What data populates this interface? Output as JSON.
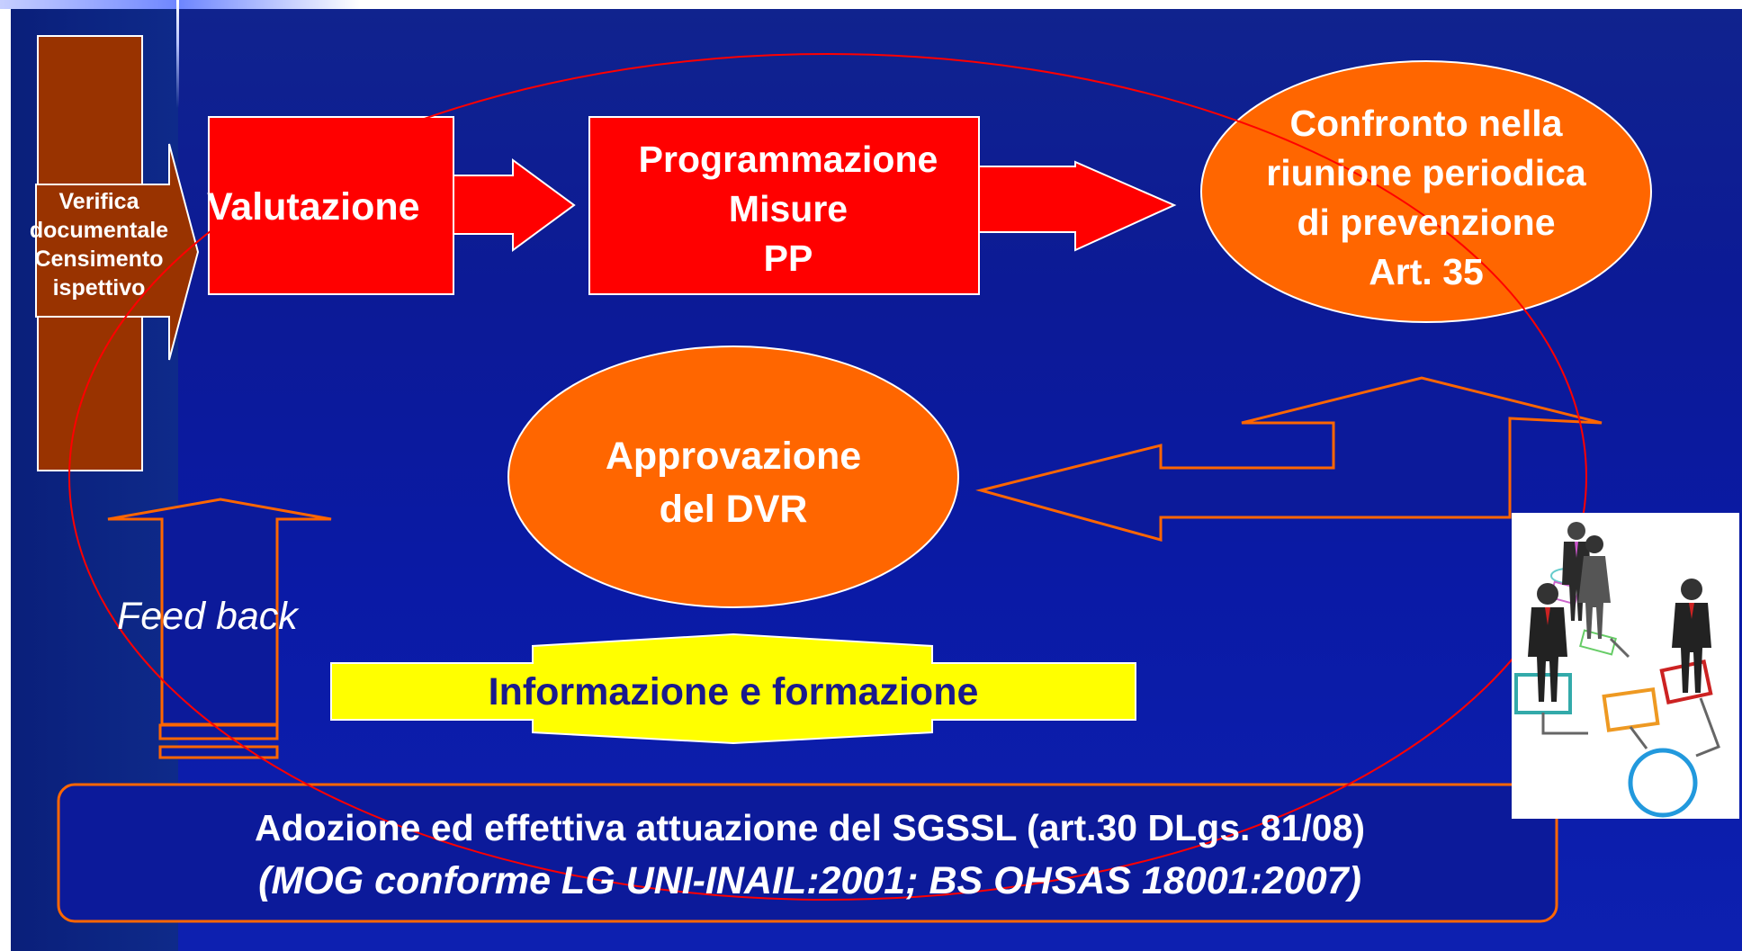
{
  "diagram": {
    "side_box": "Verifica\ndocumentale\nCensimento\nispettivo",
    "valutazione": "Valutazione",
    "programmazione": "Programmazione\nMisure\nPP",
    "confronto": "Confronto nella\nriunione periodica\ndi prevenzione\nArt. 35",
    "approvazione": "Approvazione\ndel DVR",
    "feedback": "Feed back",
    "informazione": "Informazione e formazione",
    "adozione": "Adozione ed effettiva attuazione del SGSSL (art.30 DLgs. 81/08)",
    "mog": "(MOG conforme LG UNI-INAIL:2001; BS OHSAS 18001:2007)"
  },
  "colors": {
    "background": "#0c1a9a",
    "red_box": "#ff0000",
    "orange_ellipse": "#ff6600",
    "brown_box": "#993300",
    "yellow_arrow": "#ffff00",
    "informazione_text": "#1a1a8c",
    "outline_orange": "#ff6600",
    "loop_ellipse": "#ff0000"
  },
  "icons": {
    "team_photo": "business-people-flowchart-illustration"
  }
}
